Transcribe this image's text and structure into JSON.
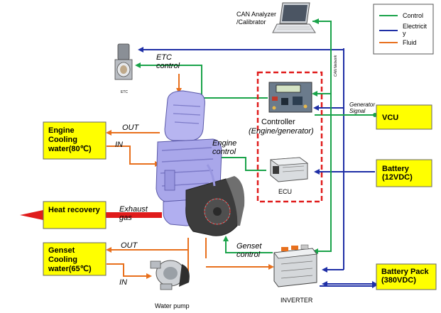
{
  "legend": {
    "control": "Control",
    "electricity": "Electricit\ny",
    "fluid": "Fluid"
  },
  "colors": {
    "control": "#1aa34a",
    "electricity": "#1f2fa6",
    "fluid": "#e8701d",
    "exhaust": "#e01b1b",
    "box_fill": "#ffff00",
    "dashed_frame": "#e01b1b"
  },
  "boxes": {
    "engine_cooling": "Engine\nCooling\nwater(80℃)",
    "heat_recovery": "Heat recovery",
    "genset_cooling": "Genset\nCooling\nwater(65℃)",
    "vcu": "VCU",
    "battery": "Battery\n(12VDC)",
    "battery_pack": "Battery Pack\n(380VDC)"
  },
  "labels": {
    "can_analyzer": "CAN Analyzer\n/Calibrator",
    "etc_control": "ETC\ncontrol",
    "etc_unit": "ETC",
    "controller": "Controller",
    "controller_sub": "(Engine/generator)",
    "engine_control": "Engine\ncontrol",
    "ecu": "ECU",
    "generator_signal": "Generator\nSignal",
    "can_network": "CAN Network",
    "out_top": "OUT",
    "in_top": "IN",
    "exhaust_gas": "Exhaust\ngas",
    "out_bottom": "OUT",
    "in_bottom": "IN",
    "genset_control": "Genset\ncontrol",
    "inverter": "INVERTER",
    "water_pump": "Water pump"
  },
  "icons": [
    "laptop-icon",
    "etc-valve-icon",
    "controller-board-icon",
    "ecu-icon",
    "engine-generator-icon",
    "inverter-icon",
    "water-pump-icon"
  ]
}
